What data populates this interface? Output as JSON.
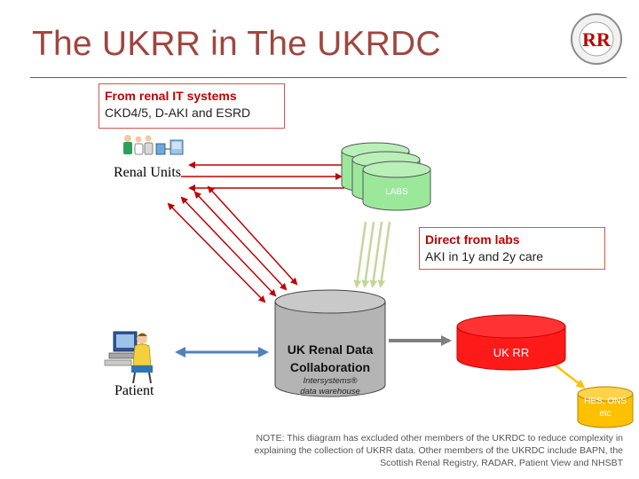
{
  "slide": {
    "title": "The UKRR in The UKRDC"
  },
  "source_box": {
    "line1": "From renal IT systems",
    "line2": "CKD4/5, D-AKI and ESRD"
  },
  "labs_box": {
    "line1": "Direct from labs",
    "line2": "AKI in 1y and 2y care"
  },
  "nodes": {
    "renal_units": "Renal Units",
    "patient": "Patient",
    "labs": "LABS",
    "ukrdc_title": "UK Renal Data Collaboration",
    "ukrdc_sub1": "Intersystems®",
    "ukrdc_sub2": "data warehouse",
    "ukrr": "UK RR",
    "hes": "HES, ONS etc"
  },
  "note": "NOTE: This diagram has excluded other members of the UKRDC to reduce complexity in explaining the collection of UKRR data. Other members of the UKRDC include BAPN, the Scottish Renal Registry, RADAR, Patient View and NHSBT",
  "colors": {
    "title": "#a0463e",
    "labs_db": "#9be89b",
    "ukrdc_db": "#b4b4b4",
    "ukrr_db": "#ff1a1a",
    "hes_db": "#ffc000",
    "arrow_red": "#c00000",
    "arrow_blue": "#4f81bd",
    "arrow_green": "#c4d79b",
    "arrow_gray": "#7f7f7f",
    "arrow_orange": "#ffc000"
  }
}
